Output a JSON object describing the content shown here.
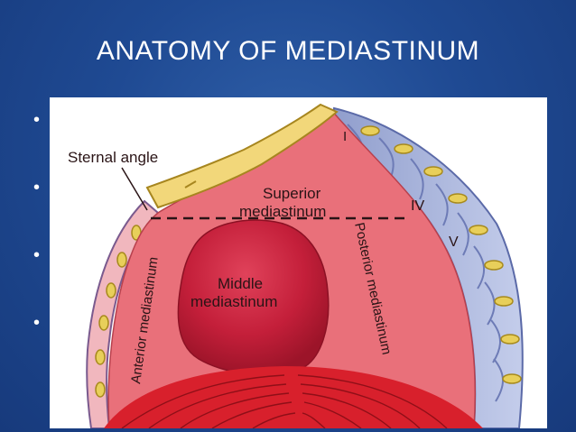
{
  "slide": {
    "title": "ANATOMY OF MEDIASTINUM",
    "bullets": [
      "•",
      "•",
      "•",
      "•"
    ]
  },
  "diagram": {
    "labels": {
      "sternal_angle": "Sternal angle",
      "superior_1": "Superior",
      "superior_2": "mediastinum",
      "middle_1": "Middle",
      "middle_2": "mediastinum",
      "anterior": "Anterior mediastinum",
      "posterior": "Posterior mediastinum",
      "rib_i": "I",
      "rib_iv": "IV",
      "rib_v": "V"
    },
    "colors": {
      "background": "#1f4a93",
      "mediastinum": "#e9707a",
      "heart": "#c41f3a",
      "diaphragm": "#d8202c",
      "sternum": "#f2d77a",
      "vertebrae": "#a9b5dc"
    }
  }
}
